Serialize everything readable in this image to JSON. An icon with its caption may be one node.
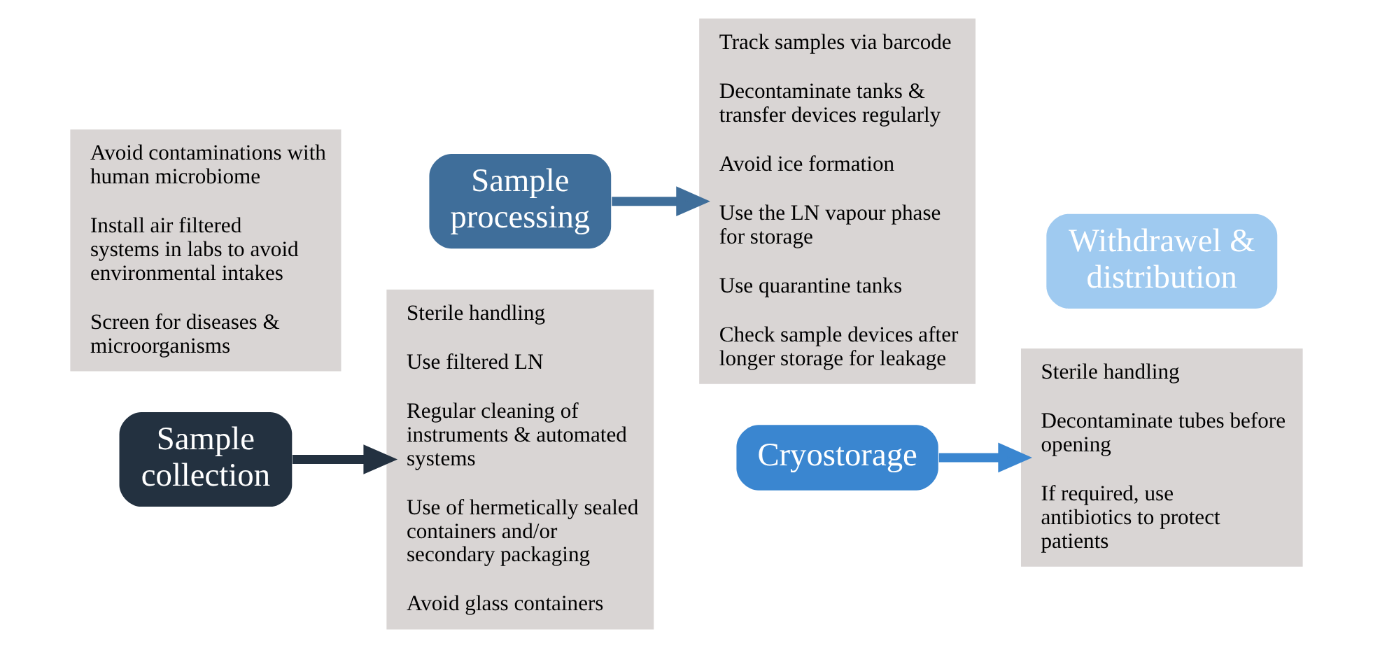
{
  "diagram": {
    "nodes": [
      {
        "text": [
          "Avoid contaminations with human microbiome",
          "Install air filtered systems in labs to avoid environmental intakes",
          "Screen for diseases & microorganisms"
        ]
      },
      {
        "text": [
          "Sample collection"
        ]
      },
      {
        "text": [
          "Sterile handling",
          "Use filtered LN",
          "Regular cleaning of instruments & automated systems",
          "Use of hermetically sealed containers and/or secondary packaging",
          "Avoid glass containers"
        ]
      },
      {
        "text": [
          "Sample processing"
        ]
      },
      {
        "text": [
          "Track samples via barcode",
          "Decontaminate tanks & transfer devices regularly",
          "Avoid ice formation",
          "Use the LN vapour phase for storage",
          "Use quarantine tanks",
          "Check sample devices after longer storage for leakage"
        ]
      },
      {
        "text": [
          "Cryostorage"
        ]
      },
      {
        "text": [
          "Withdrawel & distribution"
        ]
      },
      {
        "text": [
          "Sterile handling",
          "Decontaminate tubes before opening",
          "If required, use antibiotics to protect patients"
        ]
      }
    ],
    "edges": [
      {
        "from": 1,
        "to": 2,
        "arrow": "to",
        "color": "#233140"
      },
      {
        "from": 3,
        "to": 4,
        "arrow": "to",
        "color": "#3f6e9a"
      },
      {
        "from": 5,
        "to": 7,
        "arrow": "to",
        "color": "#3a86d0"
      }
    ]
  }
}
